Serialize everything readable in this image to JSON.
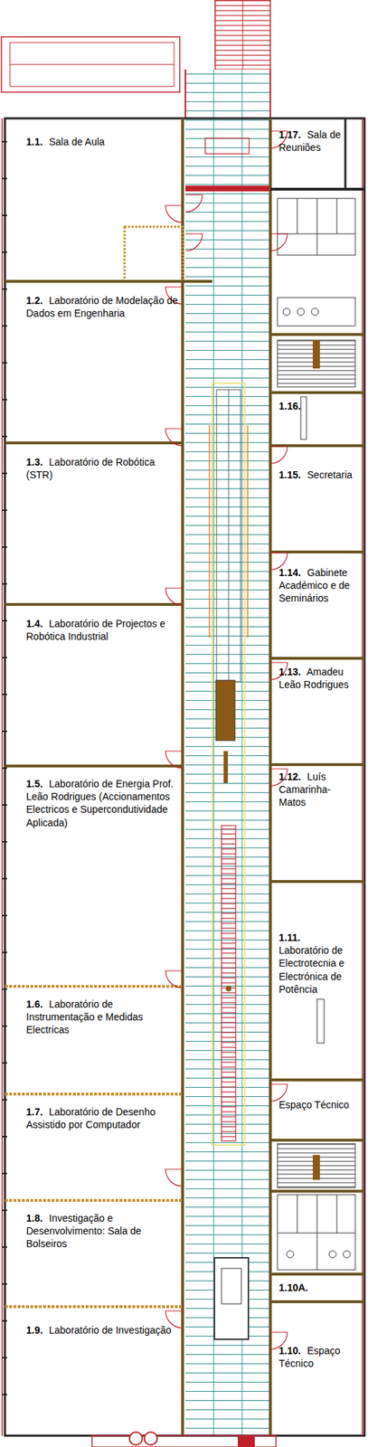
{
  "diagram": {
    "nodes": [
      {
        "text": [
          "1.1.",
          "Sala de Aula"
        ]
      },
      {
        "text": [
          "1.2.",
          "Laboratório de Modelação de Dados em Engenharia"
        ]
      },
      {
        "text": [
          "1.3.",
          "Laboratório de Robótica (STR)"
        ]
      },
      {
        "text": [
          "1.4.",
          "Laboratório de Projectos e Robótica Industrial"
        ]
      },
      {
        "text": [
          "1.5.",
          "Laboratório de Energia Prof. Leão Rodrigues (Accionamentos Electricos e Supercondutividade Aplicada)"
        ]
      },
      {
        "text": [
          "1.6.",
          "Laboratório de Instrumentação e Medidas Electricas"
        ]
      },
      {
        "text": [
          "1.7.",
          "Laboratório de Desenho Assistido por Computador"
        ]
      },
      {
        "text": [
          "1.8.",
          "Investigação e Desenvolvimento: Sala de Bolseiros"
        ]
      },
      {
        "text": [
          "1.9.",
          "Laboratório de Investigação"
        ]
      },
      {
        "text": [
          "1.17.",
          "Sala de Reuniões"
        ]
      },
      {
        "text": [
          "1.16."
        ]
      },
      {
        "text": [
          "1.15.",
          "Secretaria"
        ]
      },
      {
        "text": [
          "1.14.",
          "Gabinete Académico e de Seminários"
        ]
      },
      {
        "text": [
          "1.13.",
          "Amadeu Leão Rodrigues"
        ]
      },
      {
        "text": [
          "1.12.",
          "Luís Camarinha-Matos"
        ]
      },
      {
        "text": [
          "1.11.",
          "Laboratório de Electrotecnia e Electrónica de Potência"
        ]
      },
      {
        "text": [
          "Espaço Técnico"
        ]
      },
      {
        "text": [
          "1.10A."
        ]
      },
      {
        "text": [
          "1.10.",
          "Espaço Técnico"
        ]
      }
    ]
  }
}
